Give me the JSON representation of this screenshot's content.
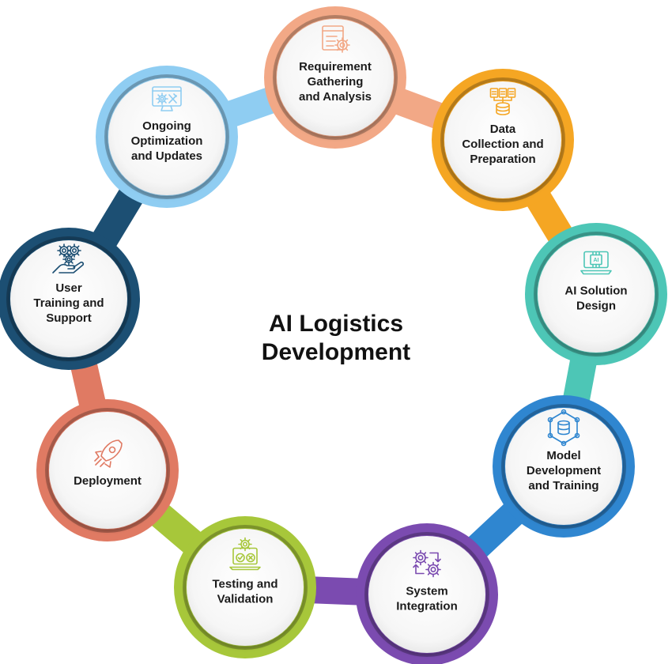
{
  "title": {
    "line1": "AI Logistics",
    "line2": "Development"
  },
  "steps": [
    {
      "label": [
        "Requirement",
        "Gathering",
        "and Analysis"
      ],
      "color": "#f2a886",
      "icon": "document-settings-icon"
    },
    {
      "label": [
        "Data",
        "Collection and",
        "Preparation"
      ],
      "color": "#f5a623",
      "icon": "data-database-icon"
    },
    {
      "label": [
        "AI Solution",
        "Design"
      ],
      "color": "#4dc6b6",
      "icon": "ai-laptop-icon"
    },
    {
      "label": [
        "Model",
        "Development",
        "and Training"
      ],
      "color": "#2f86d0",
      "icon": "network-database-icon"
    },
    {
      "label": [
        "System",
        "Integration"
      ],
      "color": "#7b4bb0",
      "icon": "integration-gears-icon"
    },
    {
      "label": [
        "Testing and",
        "Validation"
      ],
      "color": "#a7c73a",
      "icon": "testing-laptop-icon"
    },
    {
      "label": [
        "Deployment"
      ],
      "color": "#e07a63",
      "icon": "rocket-icon"
    },
    {
      "label": [
        "User",
        "Training and",
        "Support"
      ],
      "color": "#1c4f73",
      "icon": "hand-gears-icon"
    },
    {
      "label": [
        "Ongoing",
        "Optimization",
        "and Updates"
      ],
      "color": "#8fcdf2",
      "icon": "monitor-tools-icon"
    }
  ]
}
